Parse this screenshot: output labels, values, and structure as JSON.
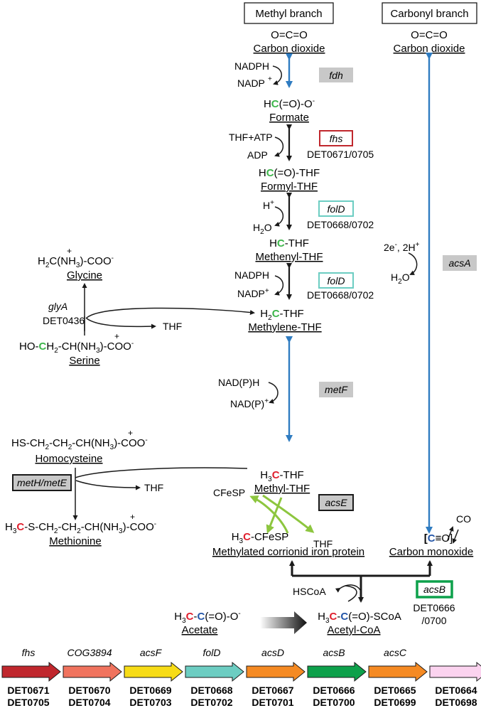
{
  "branches": {
    "methyl": "Methyl branch",
    "carbonyl": "Carbonyl branch"
  },
  "methyl_compounds": {
    "co2_formula": "O=C=O",
    "co2_name": "Carbon dioxide",
    "formate_formula_pre": "H",
    "formate_formula_c": "C",
    "formate_formula_post": "(=O)-O",
    "formate_charge": "-",
    "formate_name": "Formate",
    "formyl_pre": "H",
    "formyl_c": "C",
    "formyl_post": "(=O)-THF",
    "formyl_name": "Formyl-THF",
    "methenyl_pre": "H",
    "methenyl_c": "C",
    "methenyl_post": "-THF",
    "methenyl_name": "Methenyl-THF",
    "methylene_pre": "H",
    "methylene_sub": "2",
    "methylene_c": "C",
    "methylene_post": "-THF",
    "methylene_name": "Methylene-THF",
    "methylthf_pre": "H",
    "methylthf_sub": "3",
    "methylthf_c": "C",
    "methylthf_post": "-THF",
    "methylthf_name": "Methyl-THF"
  },
  "cofactors": {
    "fdh_top": "NADPH",
    "fdh_bottom": "NADP",
    "fhs_top": "THF+ATP",
    "fhs_bottom": "ADP",
    "folD1_top": "H",
    "folD1_bottom": "H",
    "folD1_bottom_sub": "2",
    "folD1_bottom_post": "O",
    "folD2_top": "NADPH",
    "folD2_bottom": "NADP",
    "metF_top": "NAD(P)H",
    "metF_bottom": "NAD(P)",
    "acsA_top": "2e",
    "acsA_top2": ", 2H",
    "acsA_bottom_pre": "H",
    "acsA_bottom_sub": "2",
    "acsA_bottom_post": "O",
    "plus": "+",
    "minus": "-"
  },
  "enzymes": {
    "fdh": "fdh",
    "fhs": "fhs",
    "fhs_loci": "DET0671/0705",
    "folD1": "folD",
    "folD1_loci": "DET0668/0702",
    "folD2": "folD",
    "folD2_loci": "DET0668/0702",
    "acsA": "acsA",
    "metF": "metF",
    "acsE": "acsE",
    "acsB": "acsB",
    "acsB_loci_1": "DET0666",
    "acsB_loci_2": "/0700",
    "glyA": "glyA",
    "glyA_loci": "DET0436",
    "metHmetE": "metH/metE"
  },
  "side_pathway": {
    "glycine_pre": "H",
    "glycine_sub": "2",
    "glycine_mid": "C(",
    "glycine_nh": "NH",
    "glycine_sub3": "3",
    "glycine_post": ")-COO",
    "glycine_name": "Glycine",
    "serine_pre": "HO-",
    "serine_c": "C",
    "serine_h": "H",
    "serine_sub": "2",
    "serine_mid": "-CH(",
    "serine_nh": "NH",
    "serine_sub3": "3",
    "serine_post": ")-COO",
    "serine_name": "Serine",
    "thf1": "THF",
    "homocys_a": "HS-CH",
    "homocys_b": "-CH",
    "homocys_c": "-CH(",
    "homocys_nh": "NH",
    "homocys_post": ")-COO",
    "homocys_name": "Homocysteine",
    "thf2": "THF",
    "methionine_h": "H",
    "methionine_c": "C",
    "methionine_a": "-S-CH",
    "methionine_b": "-CH",
    "methionine_c2": "-CH(",
    "methionine_nh": "NH",
    "methionine_post": ")-COO",
    "methionine_name": "Methionine",
    "sub2": "2",
    "sub3": "3"
  },
  "carbonyl_compounds": {
    "co2_formula": "O=C=O",
    "co2_name": "Carbon dioxide",
    "co": "CO",
    "cmo_open": "[",
    "cmo_c": "C",
    "cmo_triple": "≡",
    "cmo_close": "O]",
    "cmo_name": "Carbon monoxide"
  },
  "acetyl": {
    "cfesp": "CFeSP",
    "thf": "THF",
    "methylated_h": "H",
    "methylated_sub": "3",
    "methylated_c": "C",
    "methylated_post": "-CFeSP",
    "methylated_name": "Methylated corrionid iron protein",
    "hscoa": "HSCoA",
    "acetylcoa_h": "H",
    "acetylcoa_sub": "3",
    "acetylcoa_c1": "C",
    "acetylcoa_dash": "-",
    "acetylcoa_c2": "C",
    "acetylcoa_post": "(=O)-SCoA",
    "acetylcoa_name": "Acetyl-CoA",
    "acetate_h": "H",
    "acetate_sub": "3",
    "acetate_c1": "C",
    "acetate_dash": "-",
    "acetate_c2": "C",
    "acetate_post": "(=O)-O",
    "acetate_charge": "-",
    "acetate_name": "Acetate"
  },
  "genes": [
    {
      "name": "fhs",
      "loci1": "DET0671",
      "loci2": "DET0705",
      "color": "#c0272d"
    },
    {
      "name": "COG3894",
      "loci1": "DET0670",
      "loci2": "DET0704",
      "color": "#f0735e"
    },
    {
      "name": "acsF",
      "loci1": "DET0669",
      "loci2": "DET0703",
      "color": "#f7dc17"
    },
    {
      "name": "folD",
      "loci1": "DET0668",
      "loci2": "DET0702",
      "color": "#6ccdc2"
    },
    {
      "name": "acsD",
      "loci1": "DET0667",
      "loci2": "DET0701",
      "color": "#f58a23"
    },
    {
      "name": "acsB",
      "loci1": "DET0666",
      "loci2": "DET0700",
      "color": "#0da14b"
    },
    {
      "name": "acsC",
      "loci1": "DET0665",
      "loci2": "DET0699",
      "color": "#f58a23"
    },
    {
      "name": "",
      "loci1": "DET0664",
      "loci2": "DET0698",
      "color": "#fbd3ef"
    }
  ],
  "colors": {
    "green_c": "#3cb54a",
    "red_c": "#e0202e",
    "blue_c": "#2456a8",
    "blue_arrow": "#2f7cc1",
    "light_green_arrow": "#8dc63f",
    "grey_box": "#c8c8c8",
    "fhs_border": "#c0272d",
    "folD_border": "#6ccdc2",
    "acsB_border": "#0da14b"
  }
}
